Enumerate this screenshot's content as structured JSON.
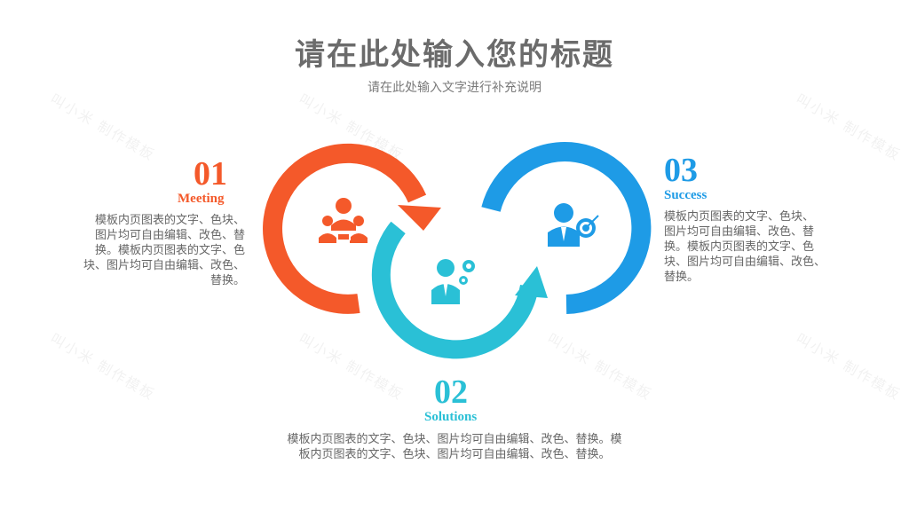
{
  "title": "请在此处输入您的标题",
  "subtitle": "请在此处输入文字进行补充说明",
  "watermark": "叫小米 制作模板",
  "colors": {
    "orange": "#f4592a",
    "teal": "#2ac0d6",
    "blue": "#1e9be6",
    "title_gray": "#6b6b6b"
  },
  "steps": [
    {
      "number": "01",
      "label": "Meeting",
      "icon": "team-meeting-icon",
      "lines": [
        "模板内页图表的文字、色块、",
        "图片均可自由编辑、改色、替",
        "换。模板内页图表的文字、色",
        "块、图片均可自由编辑、改色、",
        "替换。"
      ]
    },
    {
      "number": "02",
      "label": "Solutions",
      "icon": "businessman-gears-icon",
      "lines": [
        "模板内页图表的文字、色块、图片均可自由编辑、改色、替换。模",
        "板内页图表的文字、色块、图片均可自由编辑、改色、替换。"
      ]
    },
    {
      "number": "03",
      "label": "Success",
      "icon": "businessman-target-icon",
      "lines": [
        "模板内页图表的文字、色块、",
        "图片均可自由编辑、改色、替",
        "换。模板内页图表的文字、色",
        "块、图片均可自由编辑、改色、",
        "替换。"
      ]
    }
  ]
}
